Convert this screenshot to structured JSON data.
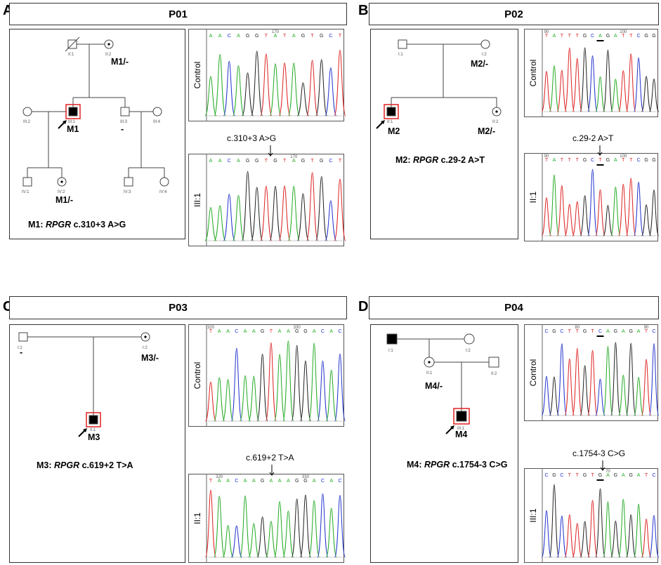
{
  "panels": {
    "A": {
      "letter": "A",
      "title": "P01",
      "caption_id": "M1: ",
      "caption_gene": "RPGR",
      "caption_variant": " c.310+3 A>G",
      "mutation_label": "c.310+3 A>G",
      "seq_labels": [
        "Control",
        "III:1"
      ],
      "genotypes": {
        "ii2": "M1/-",
        "iii1": "M1",
        "iii3": "-",
        "iv2": "M1/-"
      },
      "ids": {
        "ii1": "II:1",
        "ii2": "II:2",
        "iii1": "III:1",
        "iii2": "III:2",
        "iii3": "III:3",
        "iii4": "III:4",
        "iv1": "IV:1",
        "iv2": "IV:2",
        "iv3": "IV:3",
        "iv4": "IV:4"
      },
      "seq_top": "A A C A G G T A T A G T G C T",
      "seq_bottom": "A A C A G G T G T A G T G C T",
      "pos_top": "170",
      "pos_bottom": "170"
    },
    "B": {
      "letter": "B",
      "title": "P02",
      "caption_id": "M2: ",
      "caption_gene": "RPGR",
      "caption_variant": " c.29-2 A>T",
      "mutation_label": "c.29-2 A>T",
      "seq_labels": [
        "Control",
        "II:1"
      ],
      "genotypes": {
        "i2": "M2/-",
        "ii1": "M2",
        "ii2": "M2/-"
      },
      "ids": {
        "i1": "I:1",
        "i2": "I:2",
        "ii1": "II:1",
        "ii2": "II:2"
      },
      "seq_top": "T A T T T G C A G A T T C G G",
      "seq_bottom": "T A T T T G C T G A T T C G G",
      "pos_top_a": "90",
      "pos_top_b": "100",
      "pos_bottom_a": "90",
      "pos_bottom_b": "100"
    },
    "C": {
      "letter": "C",
      "title": "P03",
      "caption_id": "M3: ",
      "caption_gene": "RPGR",
      "caption_variant": " c.619+2 T>A",
      "mutation_label": "c.619+2 T>A",
      "seq_labels": [
        "Control",
        "II:1"
      ],
      "genotypes": {
        "i1": "-",
        "i2": "M3/-",
        "ii1": "M3"
      },
      "ids": {
        "i1": "I:1",
        "i2": "I:2",
        "ii1": "II:1"
      },
      "seq_top": "T A A C A A G T A A G G A C A C",
      "seq_bottom": "T A A C A A G A A A G G A C A C",
      "pos_top_a": "320",
      "pos_top_b": "330",
      "pos_bottom_a": "320",
      "pos_bottom_b": "330"
    },
    "D": {
      "letter": "D",
      "title": "P04",
      "caption_id": "M4: ",
      "caption_gene": "RPGR",
      "caption_variant": " c.1754-3 C>G",
      "mutation_label": "c.1754-3 C>G",
      "seq_labels": [
        "Control",
        "III:1"
      ],
      "genotypes": {
        "ii1": "M4/-",
        "iii1": "M4"
      },
      "ids": {
        "i1": "I:1",
        "i2": "I:2",
        "ii1": "II:1",
        "ii2": "II:2",
        "iii1": "III:1"
      },
      "seq_top": "C G C T T G T C A G A G A T C",
      "seq_bottom": "C G C T T G T G A G A G A T C",
      "pos_top_a": "80",
      "pos_top_b": "90",
      "pos_bottom_a": "70"
    }
  },
  "colors": {
    "A": "#22aa22",
    "C": "#2233cc",
    "G": "#222222",
    "T": "#dd2222",
    "proband_box": "#e02020"
  }
}
